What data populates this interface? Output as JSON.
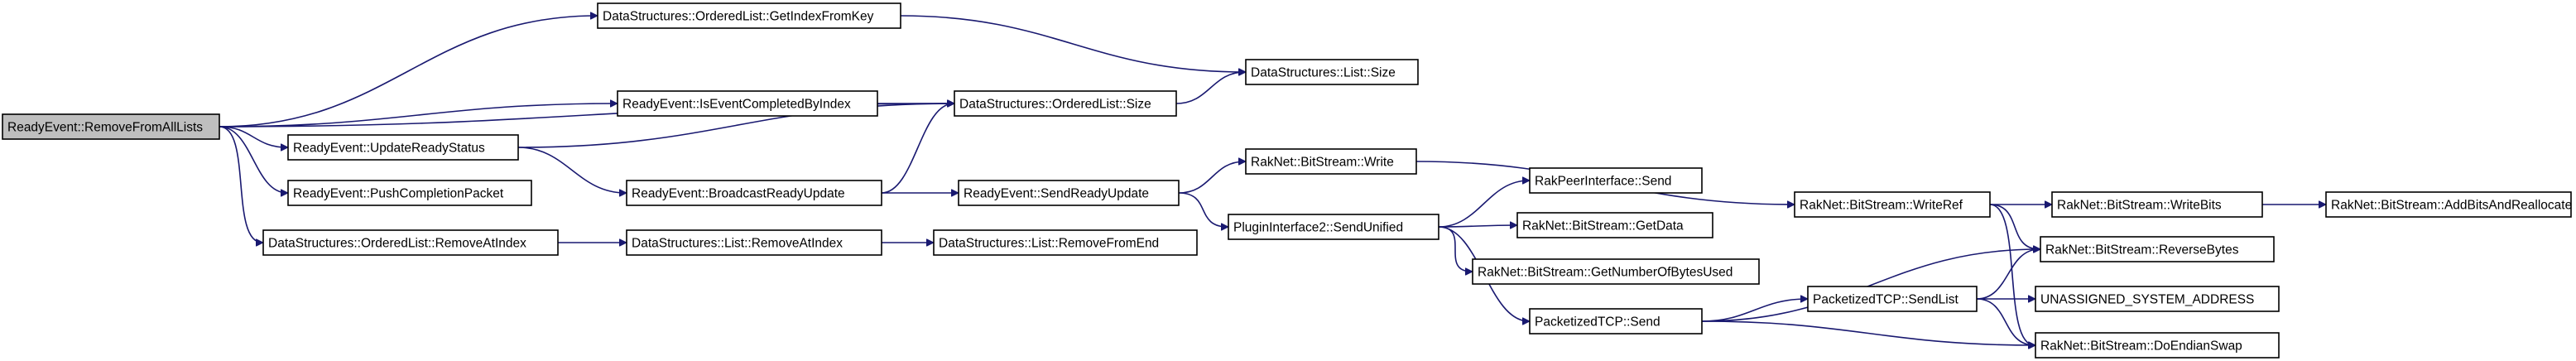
{
  "nodes": [
    {
      "id": "root",
      "label": "ReadyEvent::RemoveFromAllLists",
      "root": true
    },
    {
      "id": "getIndexFromKey",
      "label": "DataStructures::OrderedList::GetIndexFromKey"
    },
    {
      "id": "listSize",
      "label": "DataStructures::List::Size"
    },
    {
      "id": "isEventCompleted",
      "label": "ReadyEvent::IsEventCompletedByIndex"
    },
    {
      "id": "orderedSize",
      "label": "DataStructures::OrderedList::Size"
    },
    {
      "id": "updateReady",
      "label": "ReadyEvent::UpdateReadyStatus"
    },
    {
      "id": "pushCompletion",
      "label": "ReadyEvent::PushCompletionPacket"
    },
    {
      "id": "broadcastReady",
      "label": "ReadyEvent::BroadcastReadyUpdate"
    },
    {
      "id": "sendReady",
      "label": "ReadyEvent::SendReadyUpdate"
    },
    {
      "id": "bsWrite",
      "label": "RakNet::BitStream::Write"
    },
    {
      "id": "removeAtIndexOL",
      "label": "DataStructures::OrderedList::RemoveAtIndex"
    },
    {
      "id": "removeAtIndexL",
      "label": "DataStructures::List::RemoveAtIndex"
    },
    {
      "id": "removeFromEnd",
      "label": "DataStructures::List::RemoveFromEnd"
    },
    {
      "id": "sendUnified",
      "label": "PluginInterface2::SendUnified"
    },
    {
      "id": "rpiSend",
      "label": "RakPeerInterface::Send"
    },
    {
      "id": "getData",
      "label": "RakNet::BitStream::GetData"
    },
    {
      "id": "getNumBytes",
      "label": "RakNet::BitStream::GetNumberOfBytesUsed"
    },
    {
      "id": "ptcpSend",
      "label": "PacketizedTCP::Send"
    },
    {
      "id": "writeRef",
      "label": "RakNet::BitStream::WriteRef"
    },
    {
      "id": "writeBits",
      "label": "RakNet::BitStream::WriteBits"
    },
    {
      "id": "addBits",
      "label": "RakNet::BitStream::AddBitsAndReallocate"
    },
    {
      "id": "reverseBytes",
      "label": "RakNet::BitStream::ReverseBytes"
    },
    {
      "id": "sendList",
      "label": "PacketizedTCP::SendList"
    },
    {
      "id": "unassigned",
      "label": "UNASSIGNED_SYSTEM_ADDRESS"
    },
    {
      "id": "doEndian",
      "label": "RakNet::BitStream::DoEndianSwap"
    }
  ],
  "edges": [
    [
      "root",
      "getIndexFromKey"
    ],
    [
      "root",
      "orderedSize"
    ],
    [
      "root",
      "isEventCompleted"
    ],
    [
      "root",
      "updateReady"
    ],
    [
      "root",
      "pushCompletion"
    ],
    [
      "root",
      "removeAtIndexOL"
    ],
    [
      "getIndexFromKey",
      "listSize"
    ],
    [
      "orderedSize",
      "listSize"
    ],
    [
      "isEventCompleted",
      "orderedSize"
    ],
    [
      "updateReady",
      "orderedSize"
    ],
    [
      "updateReady",
      "broadcastReady"
    ],
    [
      "broadcastReady",
      "orderedSize"
    ],
    [
      "broadcastReady",
      "sendReady"
    ],
    [
      "sendReady",
      "bsWrite"
    ],
    [
      "sendReady",
      "sendUnified"
    ],
    [
      "bsWrite",
      "writeRef"
    ],
    [
      "removeAtIndexOL",
      "removeAtIndexL"
    ],
    [
      "removeAtIndexL",
      "removeFromEnd"
    ],
    [
      "sendUnified",
      "rpiSend"
    ],
    [
      "sendUnified",
      "getData"
    ],
    [
      "sendUnified",
      "getNumBytes"
    ],
    [
      "sendUnified",
      "ptcpSend"
    ],
    [
      "ptcpSend",
      "reverseBytes"
    ],
    [
      "ptcpSend",
      "sendList"
    ],
    [
      "ptcpSend",
      "doEndian"
    ],
    [
      "writeRef",
      "writeBits"
    ],
    [
      "writeRef",
      "reverseBytes"
    ],
    [
      "writeRef",
      "doEndian"
    ],
    [
      "writeBits",
      "addBits"
    ],
    [
      "sendList",
      "reverseBytes"
    ],
    [
      "sendList",
      "unassigned"
    ],
    [
      "sendList",
      "doEndian"
    ]
  ],
  "colors": {
    "edge": "#191970",
    "node_fill": "#ffffff",
    "root_fill": "#bfbfbf",
    "node_stroke": "#000000"
  }
}
